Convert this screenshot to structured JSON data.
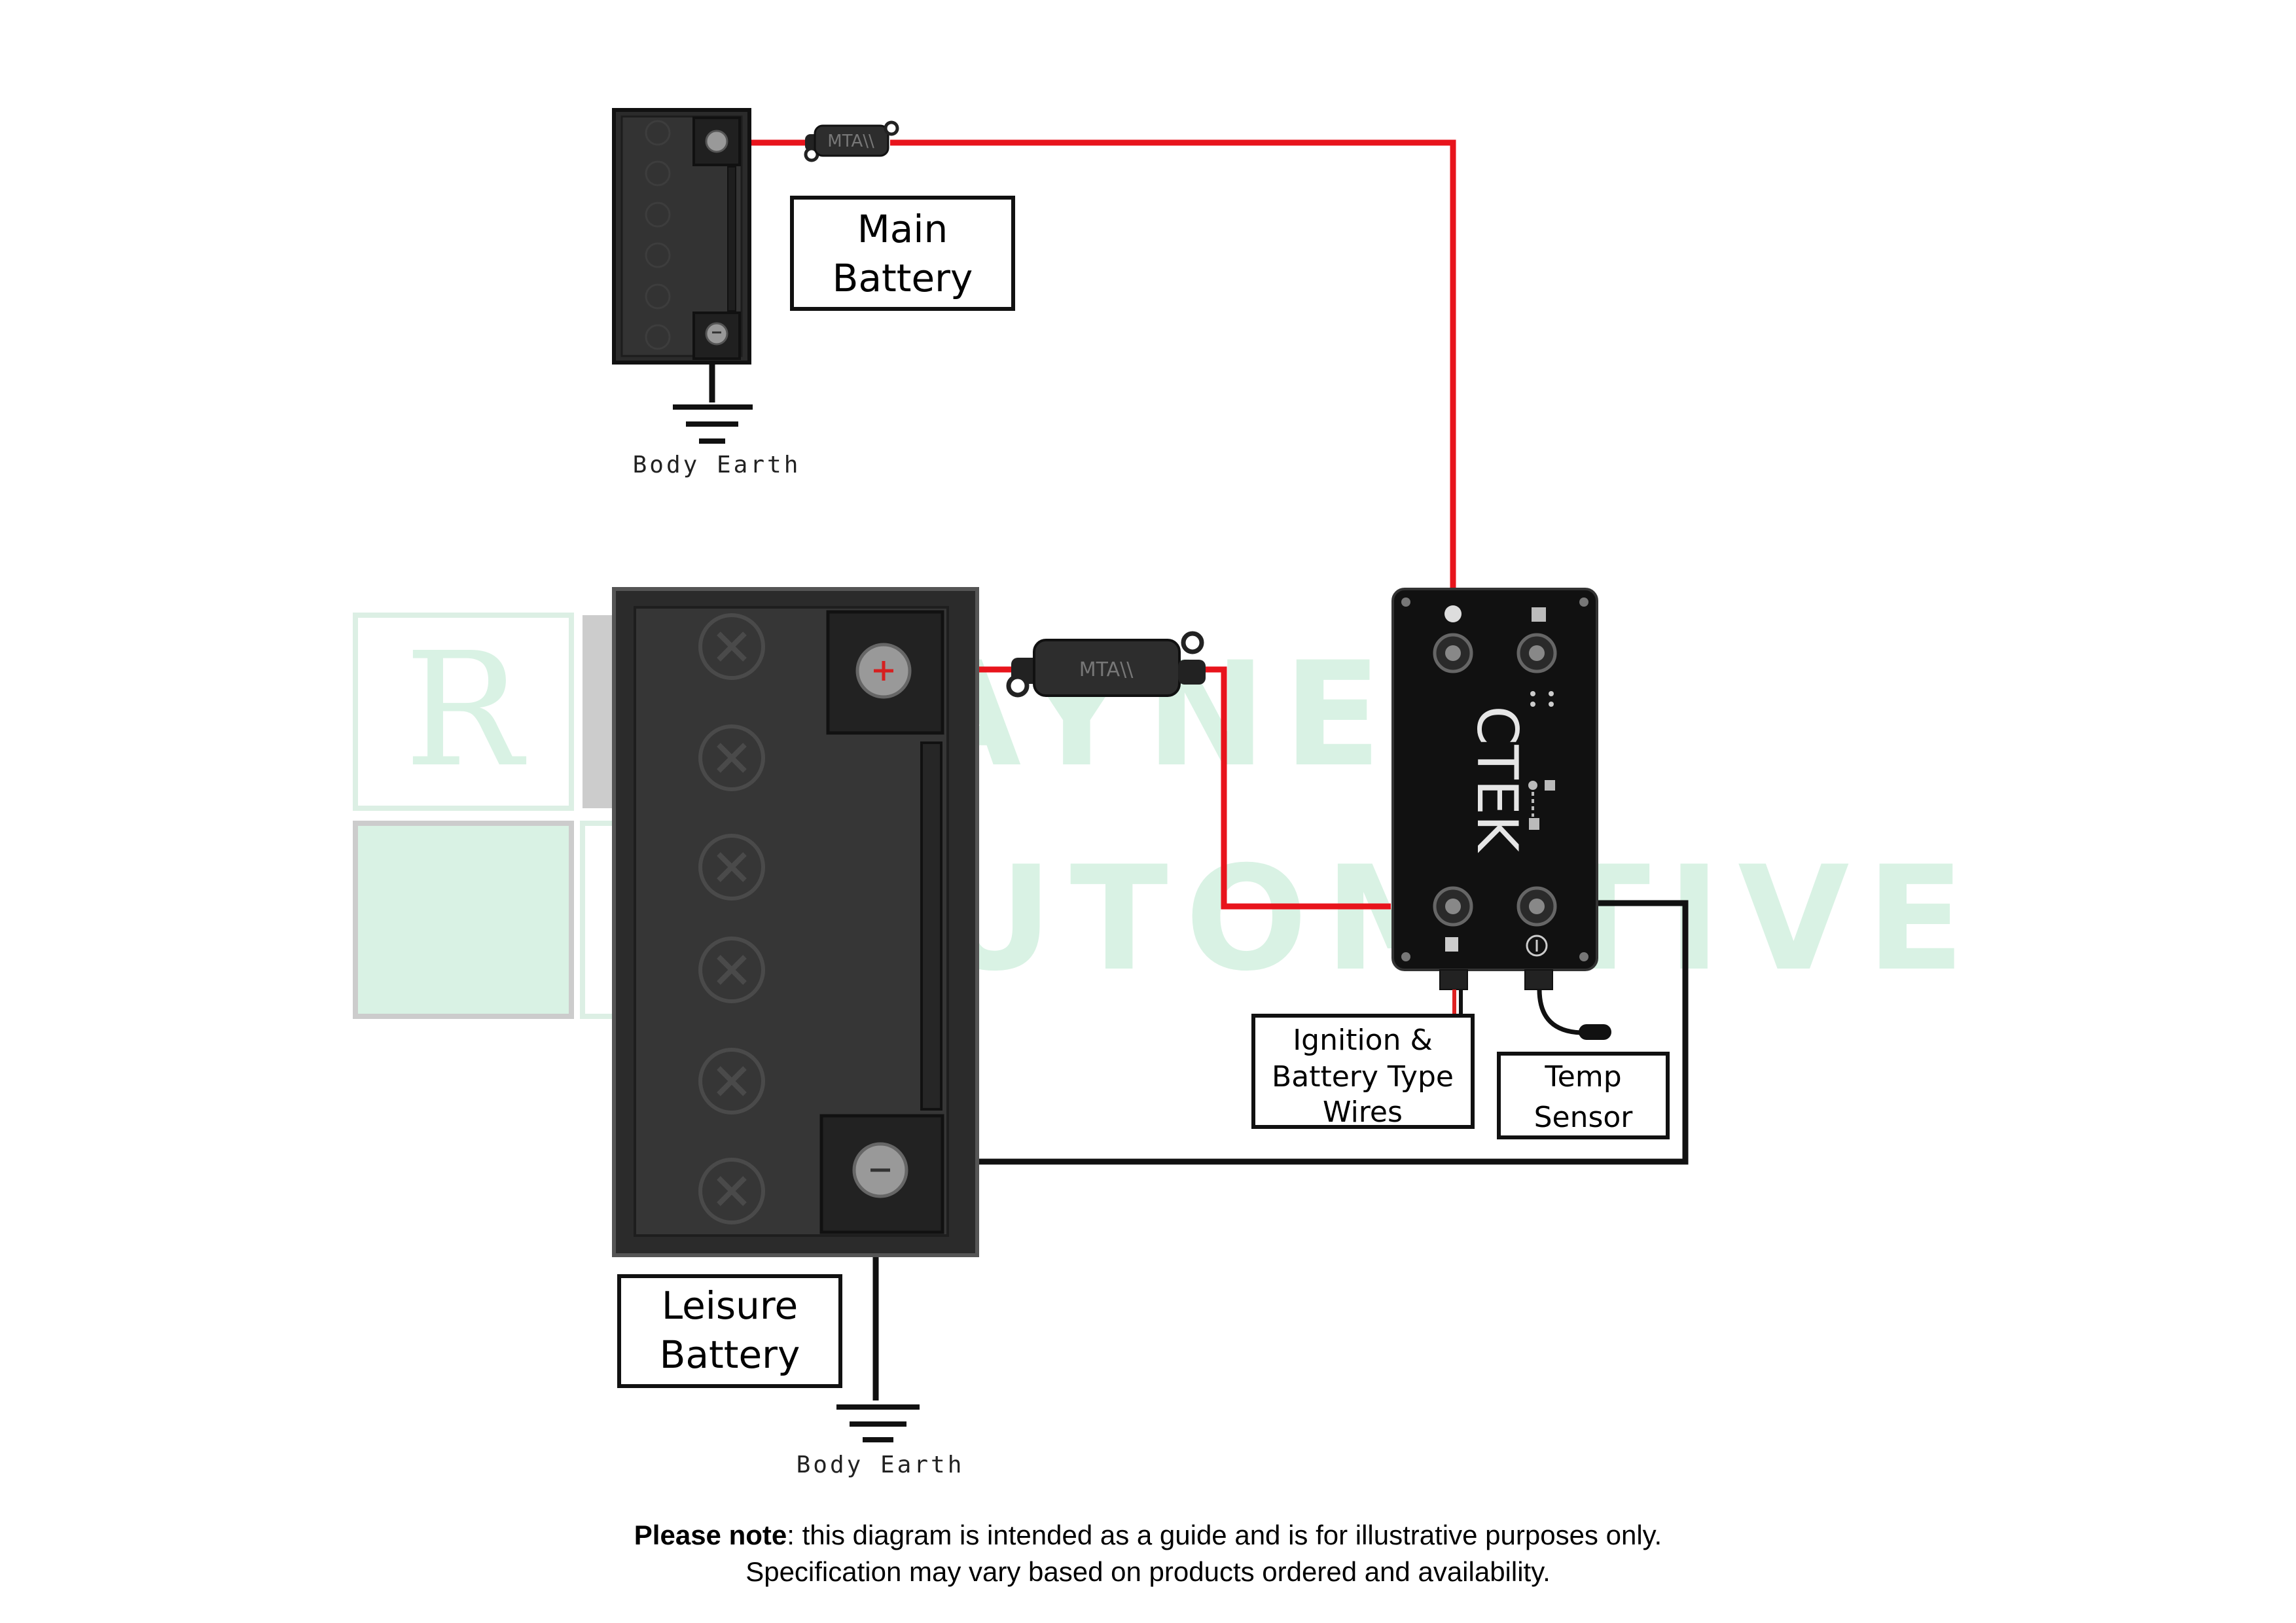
{
  "labels": {
    "main_battery": [
      "Main",
      "Battery"
    ],
    "leisure_battery": [
      "Leisure",
      "Battery"
    ],
    "ignition_wires": [
      "Ignition &",
      "Battery Type",
      "Wires"
    ],
    "temp_sensor": [
      "Temp",
      "Sensor"
    ],
    "body_earth": "Body Earth",
    "fuse": "MTA\\\\",
    "brand": "CTEK"
  },
  "watermark": {
    "letter": "R",
    "line1": "AYNE",
    "line2": "UTOM   TIVE"
  },
  "note": {
    "bold": "Please note",
    "rest": ": this diagram is intended as a guide and is for illustrative purposes only.",
    "line2": "Specification may vary based on products ordered and availability."
  },
  "colors": {
    "positive_wire": "#e8141c",
    "negative_wire": "#111111",
    "battery_body": "#262626",
    "watermark": "#d9f2e4"
  }
}
